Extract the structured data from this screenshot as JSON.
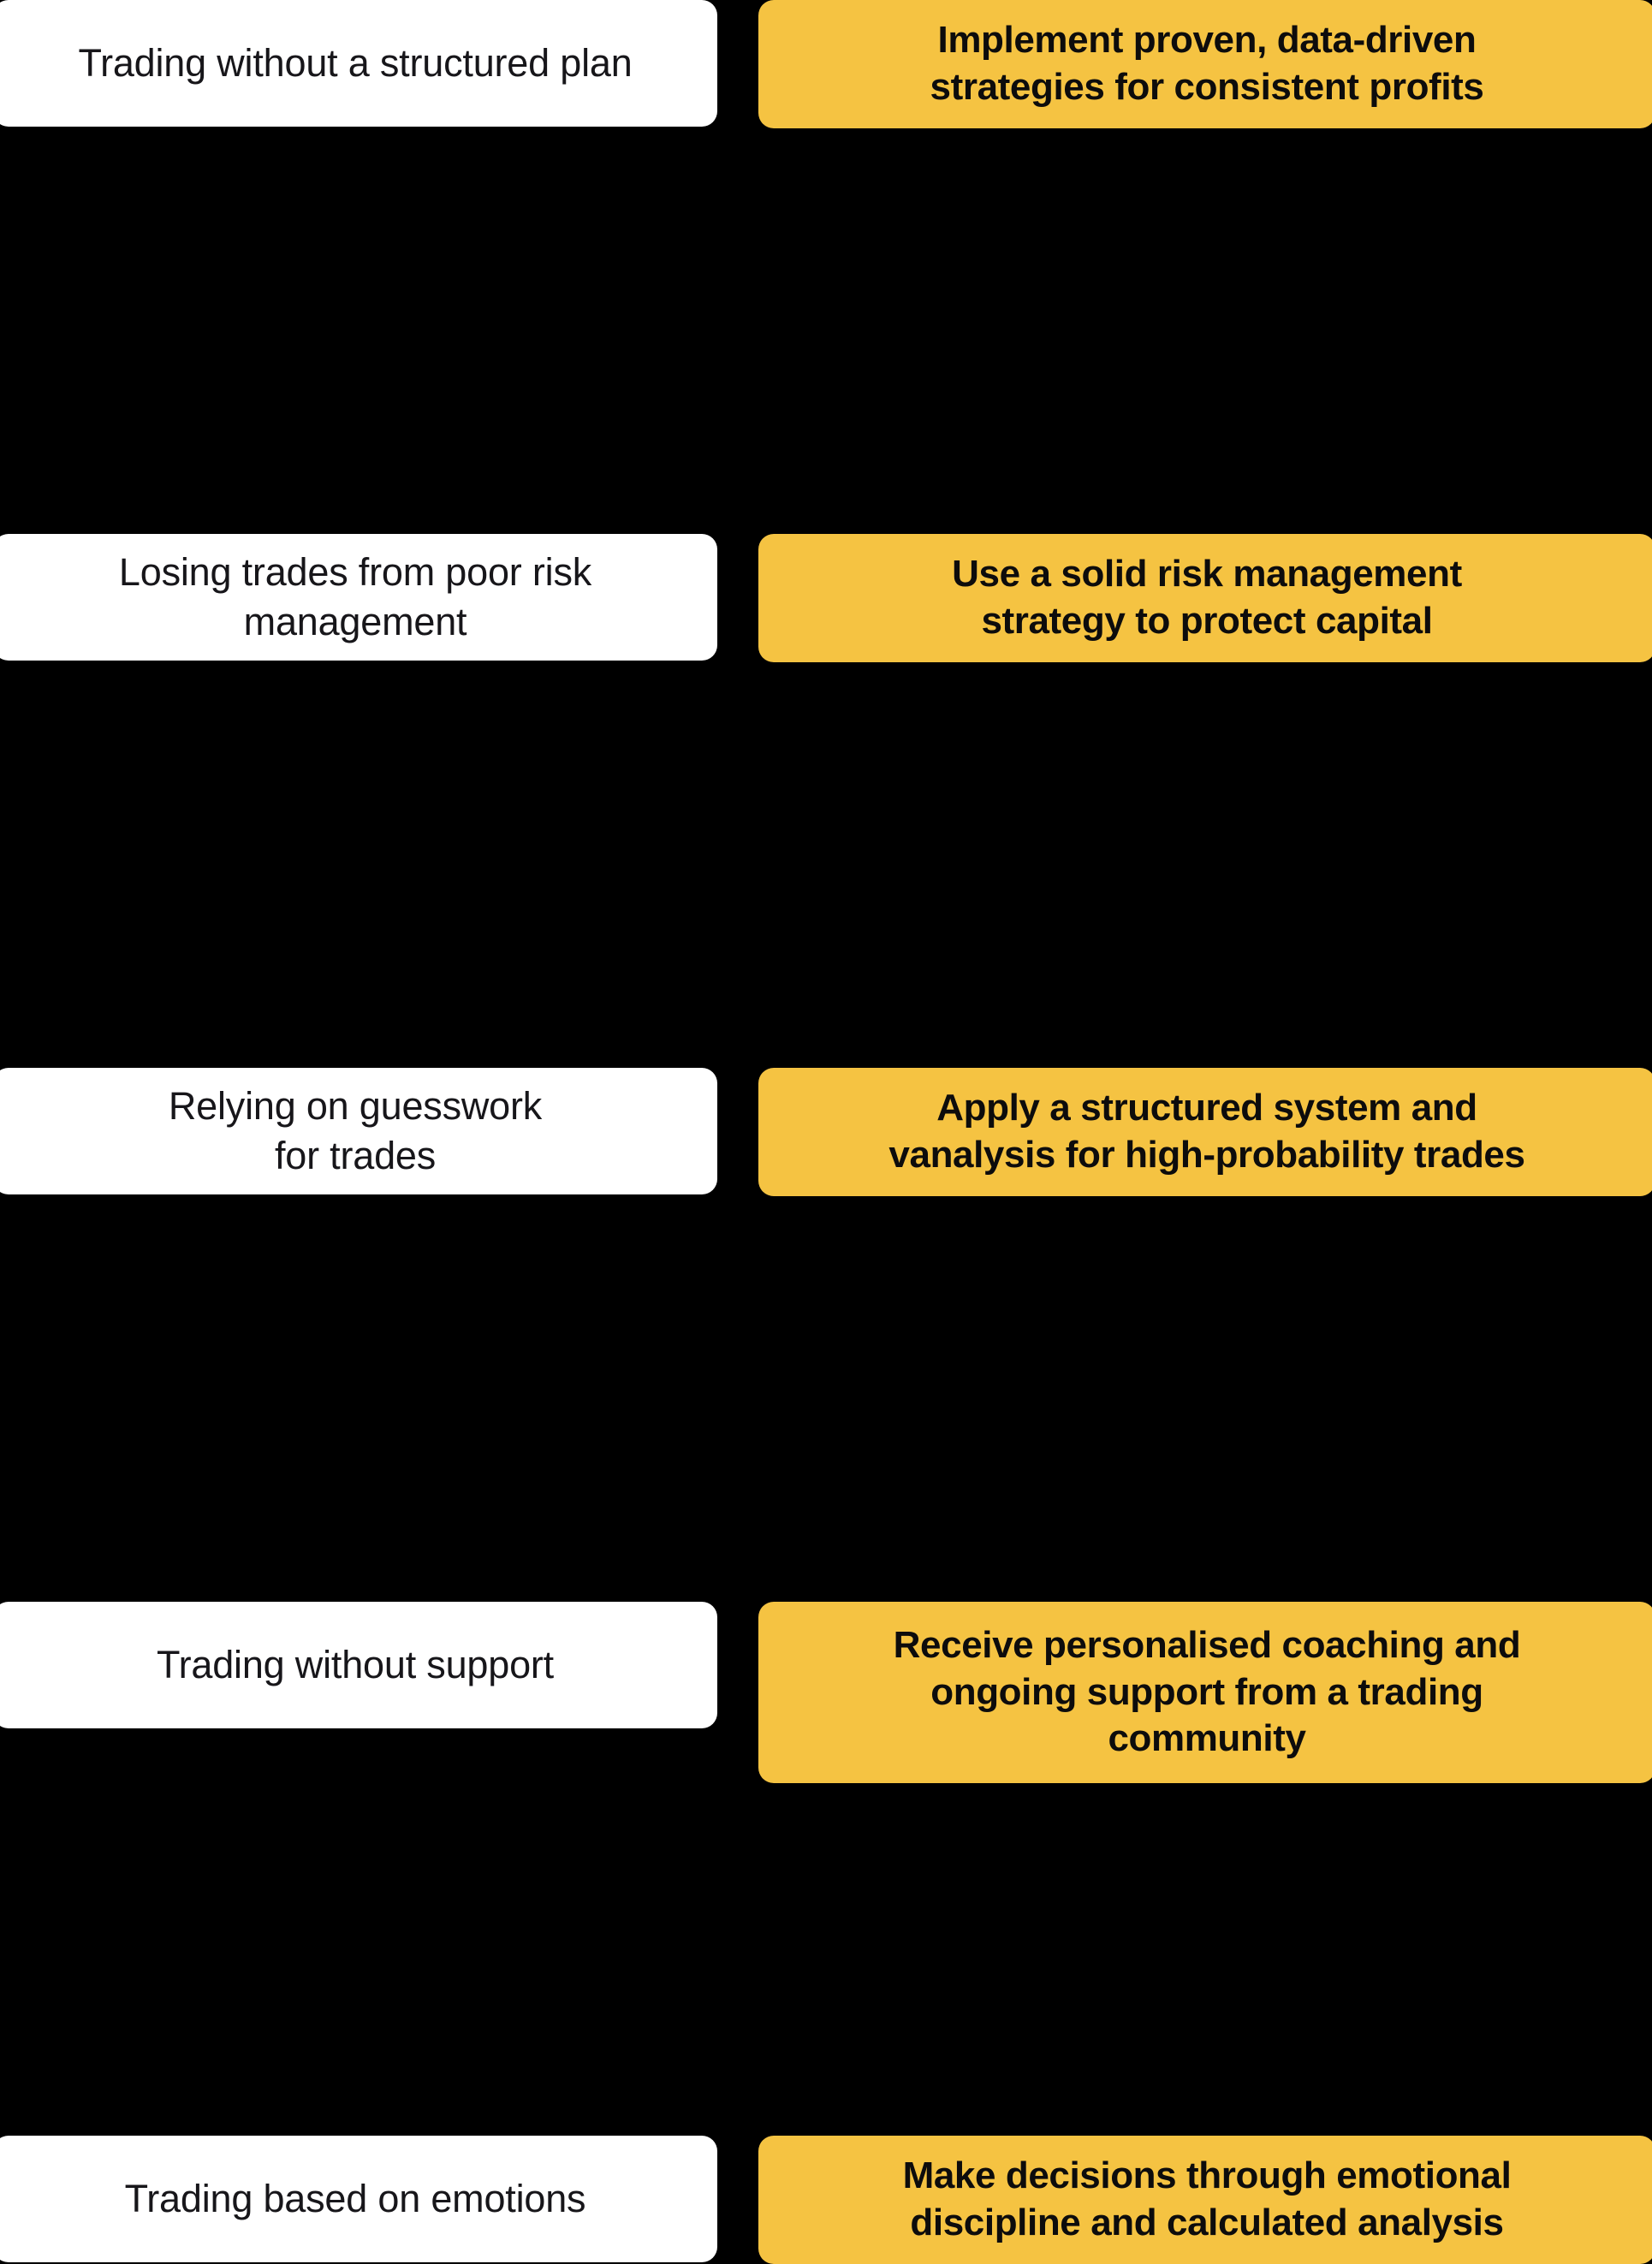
{
  "meta": {
    "background_color": "#000000",
    "card_problem_color": "#ffffff",
    "card_solution_color": "#f5c342",
    "arrow_color": "#f5bf45",
    "problem_text_color": "#17161a",
    "solution_text_color": "#0d0c0c"
  },
  "arrow_icon_name": "arrow-right-icon",
  "rows": [
    {
      "problem": "Trading without a structured plan",
      "solution": "Implement proven, data-driven\nstrategies for consistent profits"
    },
    {
      "problem": "Losing trades from poor risk\nmanagement",
      "solution": "Use a solid risk management\nstrategy to protect capital"
    },
    {
      "problem": "Relying on guesswork\nfor trades",
      "solution": "Apply a structured system and\nvanalysis for high-probability trades"
    },
    {
      "problem": "Trading without support",
      "solution": "Receive personalised coaching and\nongoing support from a trading\ncommunity"
    },
    {
      "problem": "Trading based on emotions",
      "solution": "Make decisions through emotional\ndiscipline and calculated analysis"
    }
  ]
}
